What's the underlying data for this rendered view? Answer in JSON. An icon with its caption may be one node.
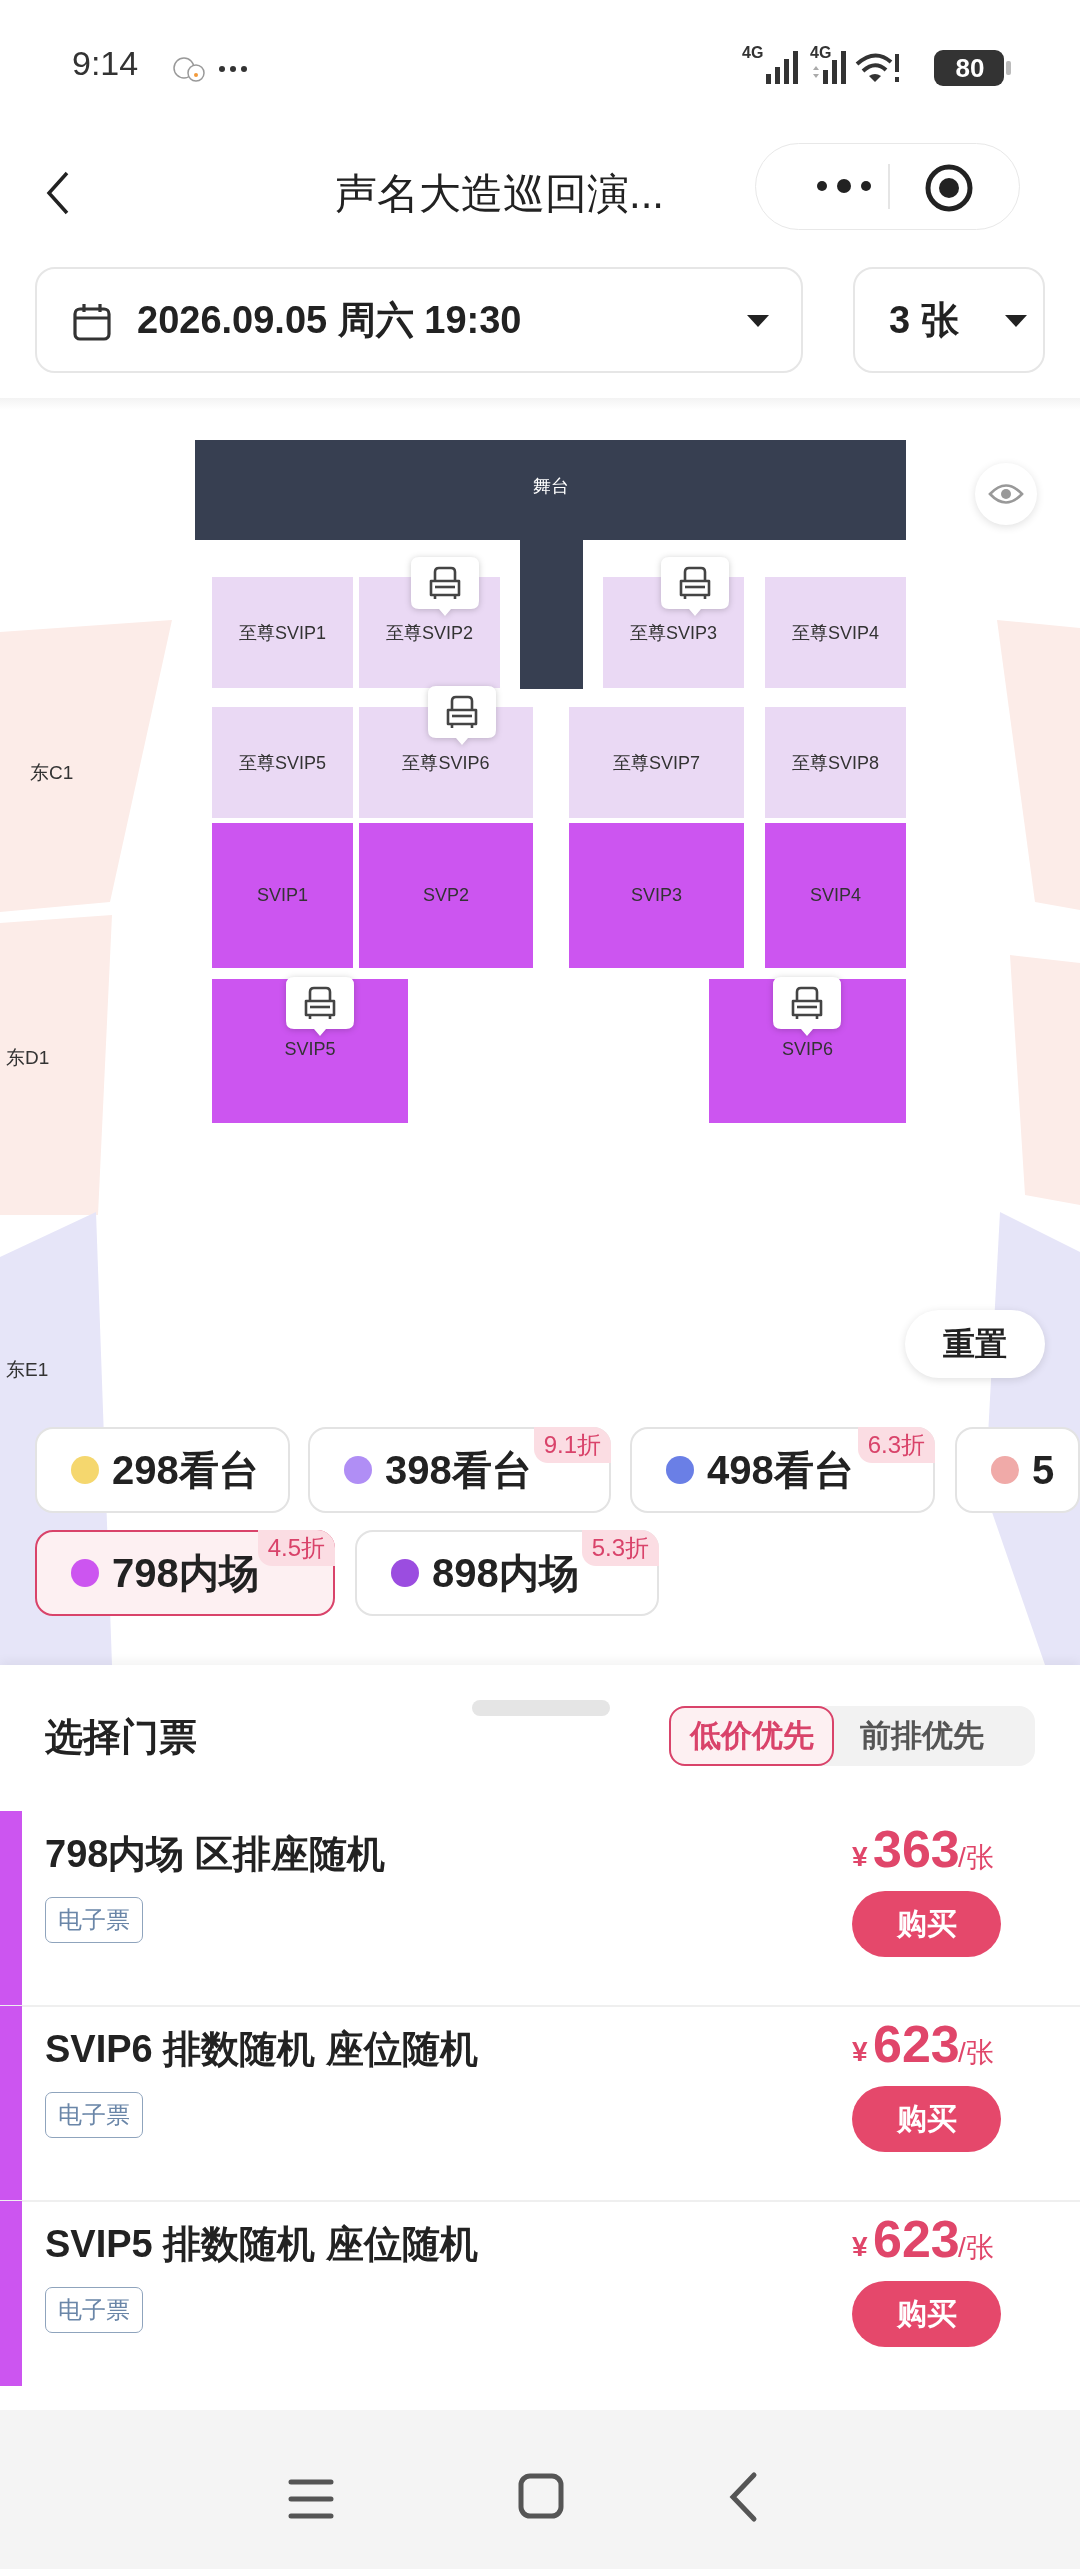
{
  "diagram": {
    "title": "声名大造巡回演...",
    "nodes": [
      {
        "text": [
          "舞台"
        ]
      },
      {
        "text": [
          "至尊SVIP1"
        ]
      },
      {
        "text": [
          "至尊SVIP2"
        ]
      },
      {
        "text": [
          "至尊SVIP3"
        ]
      },
      {
        "text": [
          "至尊SVIP4"
        ]
      },
      {
        "text": [
          "至尊SVIP5"
        ]
      },
      {
        "text": [
          "至尊SVIP6"
        ]
      },
      {
        "text": [
          "至尊SVIP7"
        ]
      },
      {
        "text": [
          "至尊SVIP8"
        ]
      },
      {
        "text": [
          "SVIP1"
        ]
      },
      {
        "text": [
          "SVP2"
        ]
      },
      {
        "text": [
          "SVIP3"
        ]
      },
      {
        "text": [
          "SVIP4"
        ]
      },
      {
        "text": [
          "SVIP5"
        ]
      },
      {
        "text": [
          "SVIP6"
        ]
      },
      {
        "text": [
          "东C1"
        ]
      },
      {
        "text": [
          "东D1"
        ]
      },
      {
        "text": [
          "东E1"
        ]
      },
      {
        "text": [],
        "shape": "box"
      },
      {
        "text": [],
        "shape": "box"
      },
      {
        "text": [],
        "shape": "box"
      }
    ],
    "labels": [
      "9:14",
      "4G",
      "4G",
      "80",
      "2026.09.05 周六 19:30",
      "3 张",
      "重置",
      "9.1折",
      "6.3折",
      "4.5折",
      "5.3折",
      "选择门票",
      "低价优先",
      "前排优先",
      "798内场 区排座随机",
      "电子票",
      "¥",
      "363",
      "/张",
      "购买",
      "SVIP6 排数随机 座位随机",
      "电子票",
      "¥",
      "623",
      "/张",
      "购买",
      "SVIP5 排数随机 座位随机",
      "电子票",
      "¥",
      "623",
      "/张",
      "购买"
    ],
    "legend": [
      {
        "text": "298看台",
        "color": "#f5d76e"
      },
      {
        "text": "398看台",
        "color": "#b08ef5"
      },
      {
        "text": "498看台",
        "color": "#6a7fe6"
      },
      {
        "text": "5",
        "color": "#f0aaa8"
      },
      {
        "text": "798内场",
        "color": "#cc55f0"
      },
      {
        "text": "898内场",
        "color": "#9b4de0"
      }
    ]
  }
}
